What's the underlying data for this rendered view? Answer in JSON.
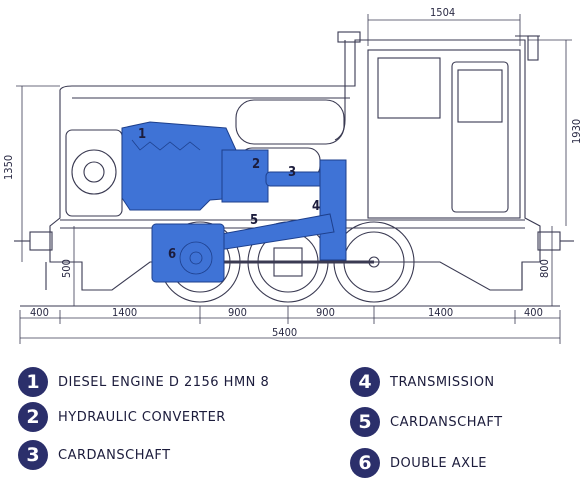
{
  "dimensions": {
    "top_width": "1504",
    "left_height": "1350",
    "right_height": "1930",
    "wheel_left": "500",
    "wheel_right": "800",
    "bottom_segments": [
      "400",
      "1400",
      "900",
      "900",
      "1400",
      "400"
    ],
    "total_length": "5400"
  },
  "callouts": [
    "1",
    "2",
    "3",
    "4",
    "5",
    "6"
  ],
  "legend": [
    {
      "num": "1",
      "label": "DIESEL ENGINE   D 2156 HMN 8"
    },
    {
      "num": "2",
      "label": "HYDRAULIC   CONVERTER"
    },
    {
      "num": "3",
      "label": "CARDANSCHAFT"
    },
    {
      "num": "4",
      "label": "TRANSMISSION"
    },
    {
      "num": "5",
      "label": "CARDANSCHAFT"
    },
    {
      "num": "6",
      "label": "DOUBLE AXLE"
    }
  ],
  "colors": {
    "highlight": "#3f73d6",
    "line": "#3a3a52",
    "badge": "#2b2f6b"
  }
}
